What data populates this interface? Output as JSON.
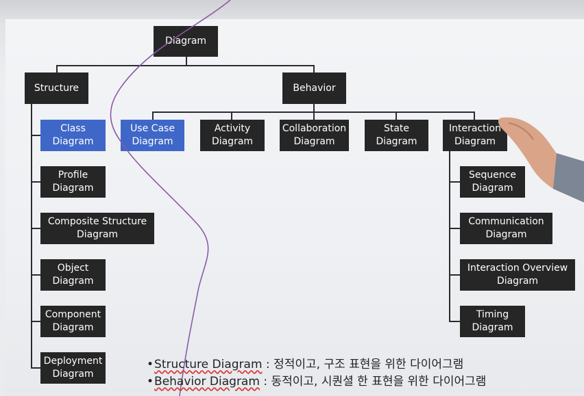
{
  "colors": {
    "node_bg": "#262626",
    "node_text": "#ffffff",
    "highlight": "#3e67c7",
    "connector": "#2b2b2b",
    "pen": "#8a5aa8"
  },
  "diagram": {
    "root": "Diagram",
    "structure": {
      "label": "Structure",
      "children": [
        "Class\nDiagram",
        "Profile\nDiagram",
        "Composite Structure\nDiagram",
        "Object\nDiagram",
        "Component\nDiagram",
        "Deployment\nDiagram"
      ]
    },
    "behavior": {
      "label": "Behavior",
      "children": [
        "Use Case\nDiagram",
        "Activity\nDiagram",
        "Collaboration\nDiagram",
        "State\nDiagram",
        "Interaction\nDiagram"
      ],
      "interaction_children": [
        "Sequence\nDiagram",
        "Communication\nDiagram",
        "Interaction Overview\nDiagram",
        "Timing\nDiagram"
      ]
    },
    "highlighted": [
      "Class Diagram",
      "Use Case Diagram"
    ]
  },
  "notes": [
    {
      "bullet": "•",
      "term": "Structure Diagram",
      "rest": " : 정적이고, 구조 표현을 위한 다이어그램"
    },
    {
      "bullet": "•",
      "term": "Behavior Diagram",
      "rest": " : 동적이고, 시퀀셜 한 표현을 위한 다이어그램"
    }
  ]
}
